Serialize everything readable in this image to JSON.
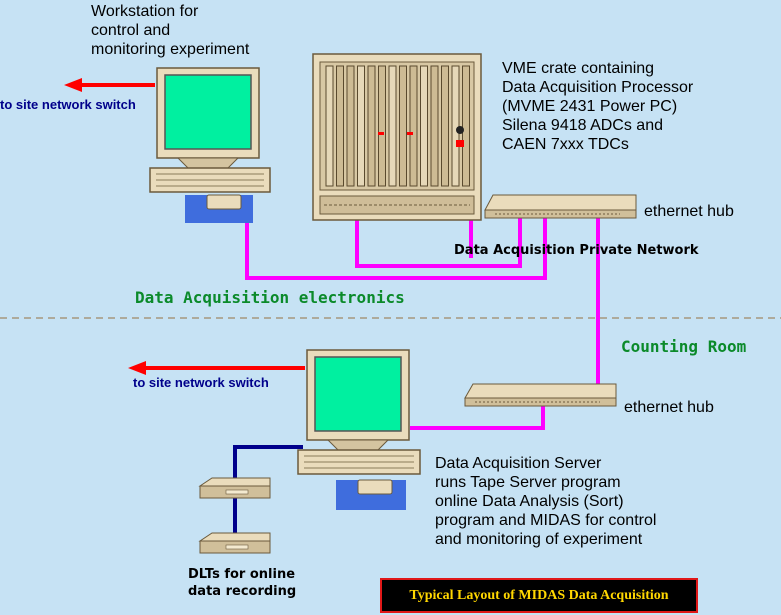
{
  "labels": {
    "workstation": "Workstation for\ncontrol and\nmonitoring experiment",
    "site_switch_top": "to site network switch",
    "vme": "VME crate containing\nData Acquisition Processor\n(MVME 2431 Power PC)\nSilena 9418 ADCs and\nCAEN 7xxx TDCs",
    "ethernet_hub_top": "ethernet hub",
    "private_network": "Data Acquisition Private Network",
    "daq_electronics": "Data Acquisition electronics",
    "counting_room": "Counting Room",
    "site_switch_bottom": "to site network switch",
    "ethernet_hub_bottom": "ethernet hub",
    "server": "Data Acquisition Server\nruns Tape Server program\nonline Data Analysis (Sort)\nprogram and MIDAS for control\nand monitoring of experiment",
    "dlts": "DLTs for online\ndata recording",
    "title": "Typical Layout of MIDAS Data Acquisition"
  },
  "colors": {
    "background": "#c6e2f4",
    "network_cable": "#ff00ff",
    "scsi_cable": "#00008b",
    "arrow": "#ff0000",
    "screen": "#00f0a0",
    "monitor": "#eadcbc",
    "title_text": "#ffd700",
    "title_border": "#e01818"
  }
}
